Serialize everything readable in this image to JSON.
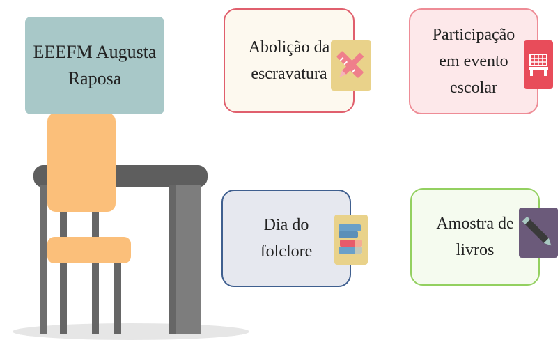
{
  "school": {
    "name": "EEEFM Augusta\nRaposa",
    "box_color": "#a8c8c8"
  },
  "cards": [
    {
      "id": "abolicao",
      "label": "Abolição da\nescravatura",
      "fill": "#fdf9ef",
      "border": "#e05f6d",
      "icon": "pencil-ruler-icon",
      "badge": "#e9d28a"
    },
    {
      "id": "participacao",
      "label": "Participação\nem evento\nescolar",
      "fill": "#fde8ea",
      "border": "#ee8c96",
      "icon": "calendar-grid-icon",
      "badge": "#e84c5a"
    },
    {
      "id": "folclore",
      "label": "Dia do\nfolclore",
      "fill": "#e6e8ef",
      "border": "#3f5f8f",
      "icon": "books-icon",
      "badge": "#e9d28a"
    },
    {
      "id": "amostra",
      "label": "Amostra de\nlivros",
      "fill": "#f5fbef",
      "border": "#93d060",
      "icon": "pen-icon",
      "badge": "#6b5a7a"
    }
  ],
  "colors": {
    "desk": "#5e5e5e",
    "desk_leg": "#7a7a7a",
    "chair": "#fbbf7a",
    "shadow": "#e6e6e6"
  }
}
